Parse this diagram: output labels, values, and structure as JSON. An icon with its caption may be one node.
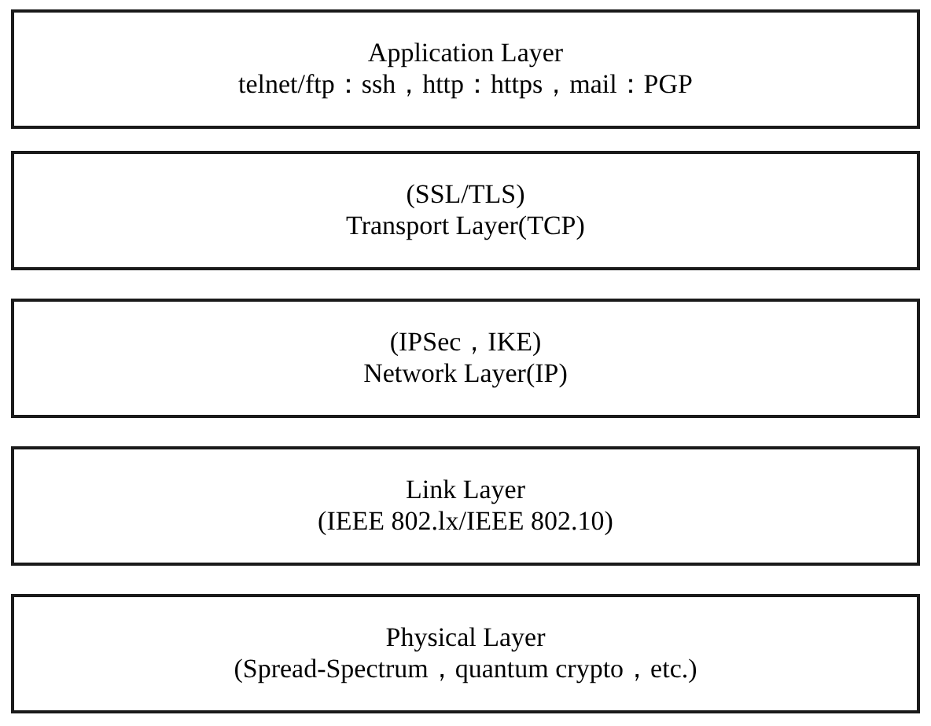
{
  "diagram": {
    "nodes": [
      {
        "text": [
          "Application Layer",
          "telnet/ftp：ssh，http：https，mail：PGP"
        ]
      },
      {
        "text": [
          "(SSL/TLS)",
          "Transport Layer(TCP)"
        ]
      },
      {
        "text": [
          "(IPSec，IKE)",
          "Network Layer(IP)"
        ]
      },
      {
        "text": [
          "Link Layer",
          "(IEEE 802.lx/IEEE 802.10)"
        ]
      },
      {
        "text": [
          "Physical Layer",
          "(Spread-Spectrum，quantum crypto，etc.)"
        ]
      }
    ]
  }
}
